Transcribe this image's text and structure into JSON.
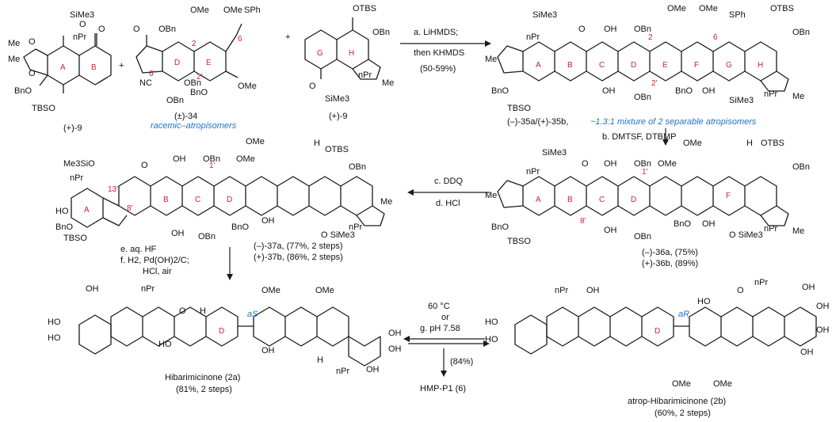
{
  "colors": {
    "ring_label": "#d2222d",
    "note": "#1d73c7",
    "ink": "#1a1a1a"
  },
  "row1": {
    "cmpd_9_left": "(+)-9",
    "cmpd_34": "(±)-34",
    "atropisomers_note": "racemic–atropisomers",
    "cmpd_9_right": "(+)-9",
    "plus": "+",
    "cond_a1": "a. LiHMDS;",
    "cond_a2": "then KHMDS",
    "cond_yield": "(50-59%)",
    "cmpd_35": "(–)-35a/(+)-35b,",
    "mixture_note": "~1.3:1 mixture of 2 separable atropisomers",
    "cond_b": "b. DMTSF, DTBMP"
  },
  "row2": {
    "cond_c": "c. DDQ",
    "cond_d": "d. HCl",
    "cmpd_37a": "(–)-37a, (77%, 2 steps)",
    "cmpd_37b": "(+)-37b, (86%, 2 steps)",
    "cmpd_36a": "(–)-36a, (75%)",
    "cmpd_36b": "(+)-36b, (89%)",
    "cond_e": "e. aq. HF",
    "cond_f1": "f. H2, Pd(OH)2/C;",
    "cond_f2": "HCl, air"
  },
  "row3": {
    "cond_temp": "60 °C",
    "cond_or": "or",
    "cond_g": "g. pH 7.58",
    "cond_yield": "(84%)",
    "product_hmp": "HMP-P1 (6)",
    "product_2a": "Hibarimicinone (2a)",
    "product_2a_yield": "(81%, 2 steps)",
    "product_2b": "atrop-Hibarimicinone (2b)",
    "product_2b_yield": "(60%, 2 steps)",
    "axis_aS": "aS",
    "axis_aR": "aR"
  },
  "labels": {
    "otbs": "OTBS",
    "obn": "OBn",
    "ome": "OMe",
    "sime3": "SiMe3",
    "osime3": "O SiMe3",
    "npr": "nPr",
    "me": "Me",
    "oh": "OH",
    "sph": "SPh",
    "tbso": "TBSO",
    "bno": "BnO",
    "nc": "NC",
    "o": "O",
    "h": "H",
    "ho": "HO",
    "me3sio": "Me3SiO",
    "co2me": "OMe"
  },
  "ring_letters": {
    "A": "A",
    "B": "B",
    "C": "C",
    "D": "D",
    "E": "E",
    "F": "F",
    "G": "G",
    "H": "H",
    "n2": "2",
    "n2p": "2'",
    "n6": "6",
    "n6p": "6'",
    "n1p": "1'",
    "n8p": "8'",
    "n13p": "13'"
  }
}
